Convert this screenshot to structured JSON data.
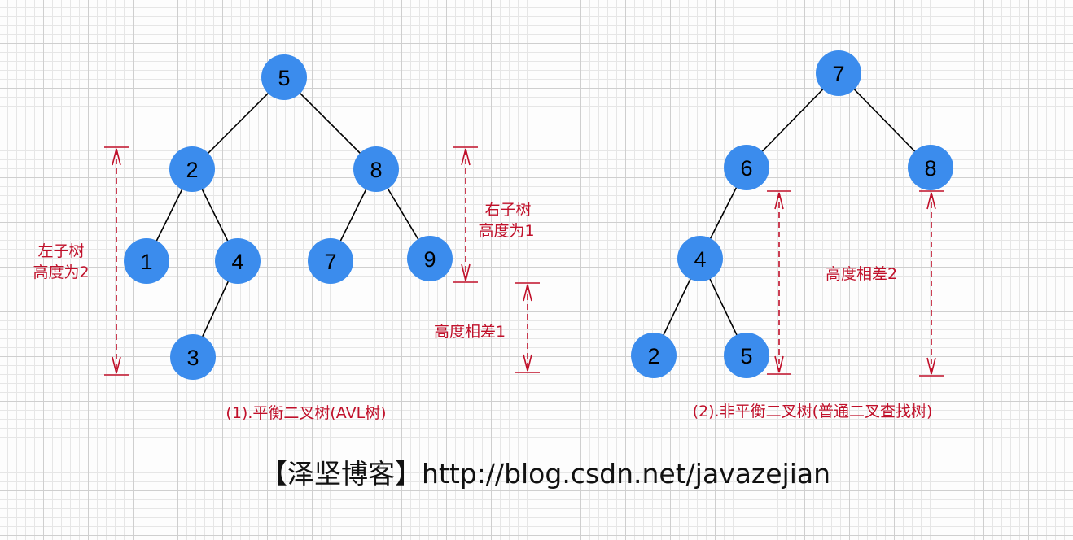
{
  "colors": {
    "node": "#3b8ced",
    "annotation": "#c0102a",
    "edge": "#000000"
  },
  "tree1": {
    "nodes": [
      "5",
      "2",
      "8",
      "1",
      "4",
      "7",
      "9",
      "3"
    ],
    "left_label": [
      "左子树",
      "高度为2"
    ],
    "right_label": [
      "右子树",
      "高度为1"
    ],
    "diff_label": "高度相差1",
    "caption": "(1).平衡二叉树(AVL树)"
  },
  "tree2": {
    "nodes": [
      "7",
      "6",
      "8",
      "4",
      "2",
      "5"
    ],
    "diff_label": "高度相差2",
    "caption": "(2).非平衡二叉树(普通二叉查找树)"
  },
  "footer": "【泽坚博客】http://blog.csdn.net/javazejian"
}
